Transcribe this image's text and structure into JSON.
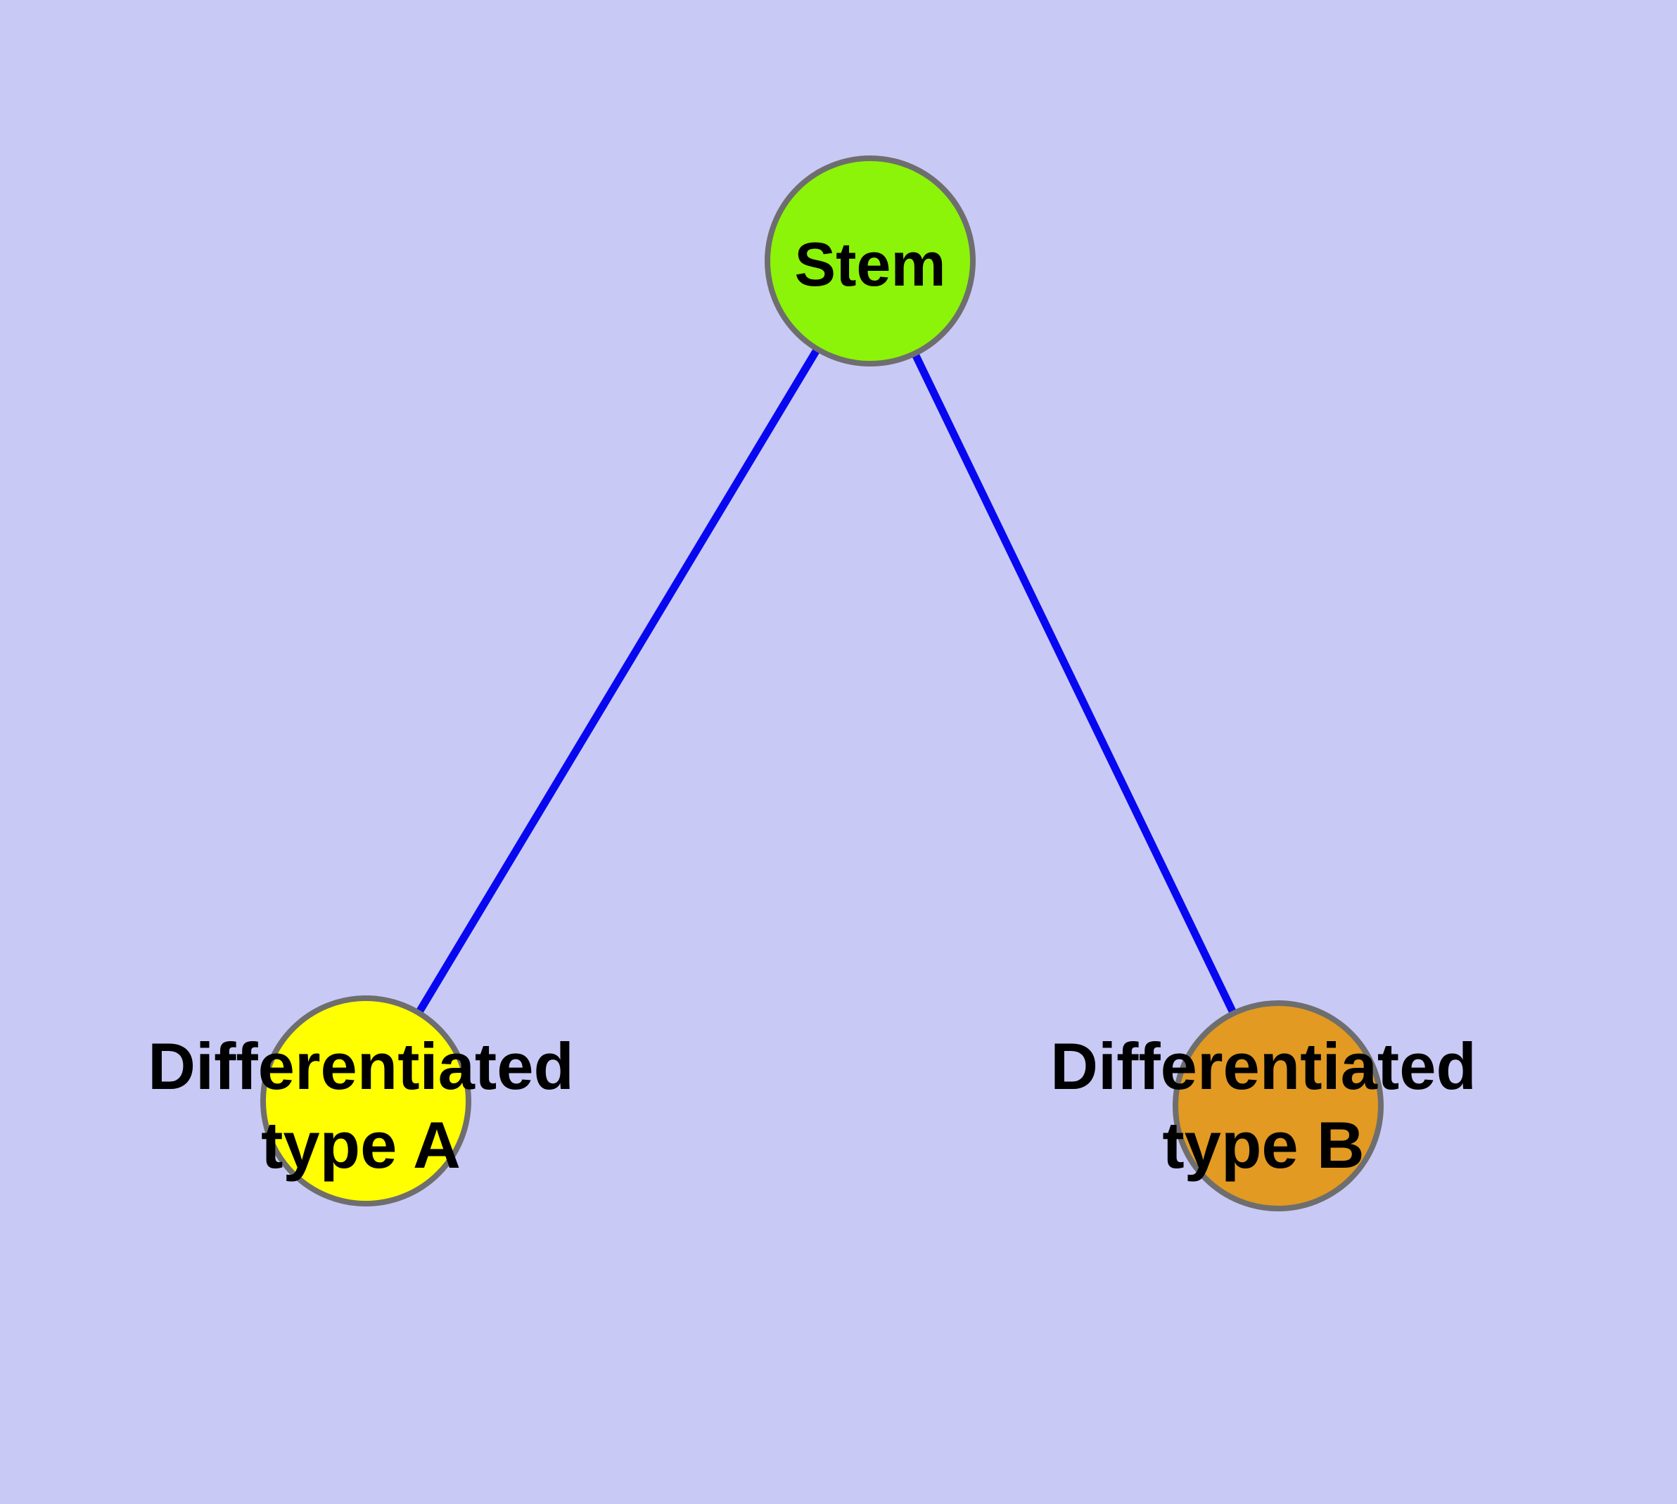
{
  "diagram": {
    "kind": "cell-differentiation-graph",
    "background_color": "#C9C9F6",
    "edge_color": "#0808F0",
    "node_border_color": "#6E6E6E",
    "text_color": "#000000",
    "nodes": [
      {
        "id": "stem",
        "label": "Stem",
        "fill": "#8CF408"
      },
      {
        "id": "differentiated-type-a",
        "label": "Differentiated type A",
        "label_line_1": "Differentiated",
        "label_line_2": "type A",
        "fill": "#FFFF00"
      },
      {
        "id": "differentiated-type-b",
        "label": "Differentiated type B",
        "label_line_1": "Differentiated",
        "label_line_2": "type B",
        "fill": "#E29A22"
      }
    ],
    "edges": [
      {
        "from": "Stem",
        "to": "Differentiated type A"
      },
      {
        "from": "Stem",
        "to": "Differentiated type B"
      }
    ]
  }
}
